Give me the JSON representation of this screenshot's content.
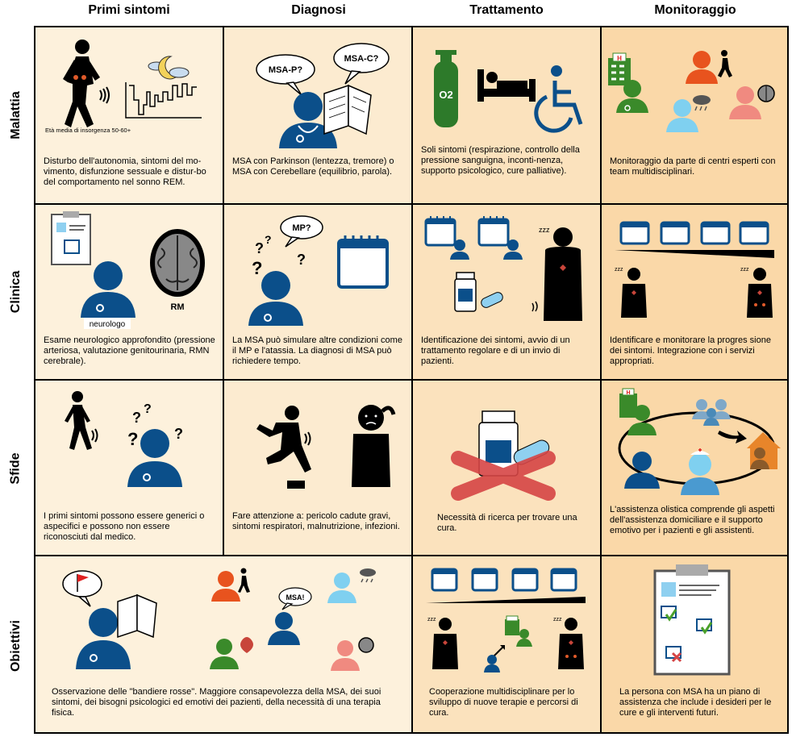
{
  "columns": [
    "Primi sintomi",
    "Diagnosi",
    "Trattamento",
    "Monitoraggio"
  ],
  "rows": [
    "Malattia",
    "Clinica",
    "Sfide",
    "Obiettivi"
  ],
  "labels": {
    "eta_media": "Età media di insorgenza 50-60+",
    "msa_p": "MSA-P?",
    "msa_c": "MSA-C?",
    "o2": "O2",
    "neurologo": "neurologo",
    "rm": "RM",
    "mp": "MP?",
    "msa_excl": "MSA!",
    "zzz": "zzz",
    "h": "H"
  },
  "cells": {
    "malattia_primi": "Disturbo dell'autonomia, sintomi del mo-vimento, disfunzione sessuale e distur-bo del comportamento nel sonno REM.",
    "malattia_diagnosi": "MSA con Parkinson (lentezza, tremore) o MSA con Cerebellare (equilibrio, parola).",
    "malattia_trattamento": "Soli sintomi (respirazione, controllo della pressione sanguigna, inconti-nenza, supporto psicologico, cure palliative).",
    "malattia_monitoraggio": "Monitoraggio da parte di centri esperti con team multidisciplinari.",
    "clinica_primi": "Esame neurologico approfondito (pressione arteriosa, valutazione genitourinaria, RMN cerebrale).",
    "clinica_diagnosi": "La MSA può simulare altre condizioni come il MP e l'atassia. La diagnosi di MSA può richiedere tempo.",
    "clinica_trattamento": "Identificazione dei sintomi, avvio di un trattamento regolare e di un invio di pazienti.",
    "clinica_monitoraggio": "Identificare e monitorare la progres sione dei sintomi. Integrazione con i servizi appropriati.",
    "sfide_primi": "I primi sintomi possono essere generici o aspecifici e possono non essere riconosciuti dal medico.",
    "sfide_diagnosi": "Fare attenzione a: pericolo cadute gravi, sintomi respiratori, malnutrizione, infezioni.",
    "sfide_trattamento": "Necessità di ricerca per trovare una cura.",
    "sfide_monitoraggio": "L'assistenza olistica comprende gli aspetti dell'assistenza domiciliare e il supporto emotivo per i pazienti e gli assistenti.",
    "obiettivi_primi_diagnosi": "Osservazione delle \"bandiere rosse\". Maggiore consapevolezza della MSA, dei suoi sintomi, dei bisogni psicologici ed emotivi dei pazienti, della necessità di una terapia fisica.",
    "obiettivi_trattamento": "Cooperazione multidisciplinare per lo sviluppo di nuove terapie e percorsi di cura.",
    "obiettivi_monitoraggio": "La persona con MSA ha un piano di assistenza che include i desideri per le cure e gli interventi futuri."
  },
  "colors": {
    "doctor_blue": "#0b4f8a",
    "green": "#3a8a2a",
    "orange": "#e8531e",
    "light_blue": "#7fd0f0",
    "pink": "#f08a80",
    "red_cross": "#d64545",
    "check_green": "#4aa02a"
  }
}
